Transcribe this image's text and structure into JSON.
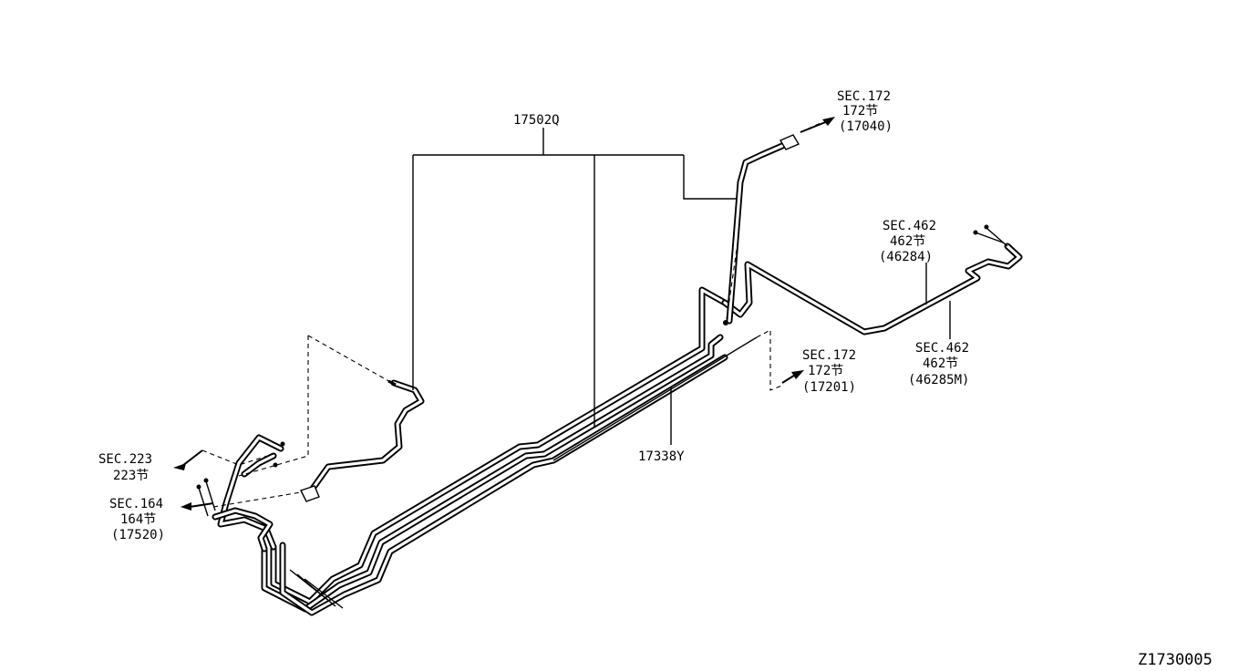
{
  "part_numbers": {
    "p17502q": "17502Q",
    "p17338y": "17338Y"
  },
  "refs": {
    "sec172_top": {
      "sec": "SEC.172",
      "sub": "172节",
      "part": "(17040)"
    },
    "sec462_top": {
      "sec": "SEC.462",
      "sub": "462节",
      "part": "(46284)"
    },
    "sec462_bot": {
      "sec": "SEC.462",
      "sub": "462节",
      "part": "(46285M)"
    },
    "sec172_mid": {
      "sec": "SEC.172",
      "sub": "172节",
      "part": "(17201)"
    },
    "sec223": {
      "sec": "SEC.223",
      "sub": "223节"
    },
    "sec164": {
      "sec": "SEC.164",
      "sub": "164节",
      "part": "(17520)"
    }
  },
  "diagram_id": "Z1730005",
  "colors": {
    "line": "#000000",
    "background": "#ffffff"
  }
}
